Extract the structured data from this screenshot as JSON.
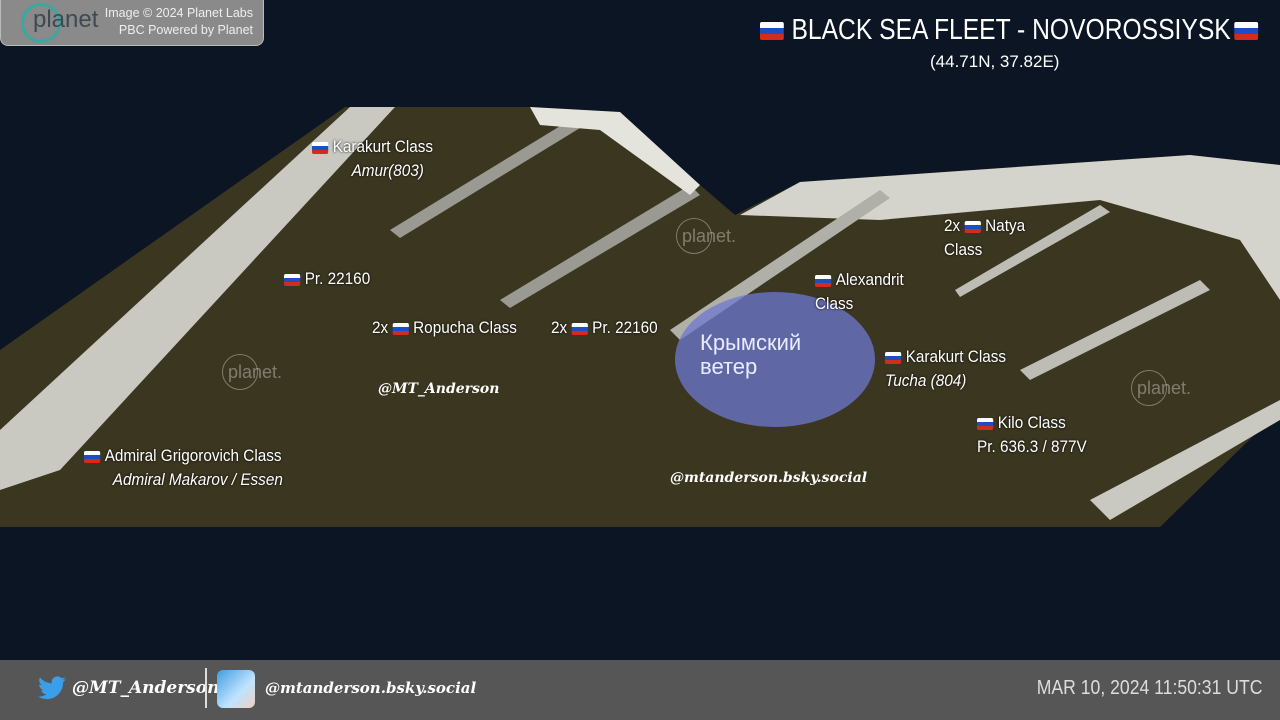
{
  "logo": {
    "brand": "planet",
    "credit_line1": "Image © 2024 Planet Labs",
    "credit_line2": "PBC Powered by Planet"
  },
  "header": {
    "title": "BLACK SEA FLEET - NOVOROSSIYSK",
    "coords": "(44.71N, 37.82E)"
  },
  "labels": [
    {
      "l1": "Karakurt Class",
      "l2": "Amur(803)"
    },
    {
      "l1": "Pr. 22160"
    },
    {
      "prefix": "2x",
      "l1": "Ropucha Class"
    },
    {
      "prefix": "2x",
      "l1": "Pr. 22160"
    },
    {
      "l1": "Alexandrit",
      "l2": "Class"
    },
    {
      "prefix": "2x",
      "l1": "Natya",
      "l2": "Class"
    },
    {
      "l1": "Karakurt Class",
      "l2": "Tucha (804)"
    },
    {
      "l1": "Kilo Class",
      "l2": "Pr. 636.3 / 877V"
    },
    {
      "l1": "Admiral Grigorovich Class",
      "l2": "Admiral Makarov / Essen"
    }
  ],
  "watermarks": {
    "planet": "planet.",
    "kv_line1": "Крымский",
    "kv_line2": "ветер"
  },
  "handles": {
    "twitter": "@MT_Anderson",
    "bsky": "@mtanderson.bsky.social"
  },
  "footer": {
    "twitter": "@MT_Anderson",
    "bsky": "@mtanderson.bsky.social",
    "timestamp": "MAR 10, 2024 11:50:31 UTC"
  },
  "colors": {
    "water": "#3b3620",
    "background": "#0b1523",
    "footer": "#565656"
  }
}
